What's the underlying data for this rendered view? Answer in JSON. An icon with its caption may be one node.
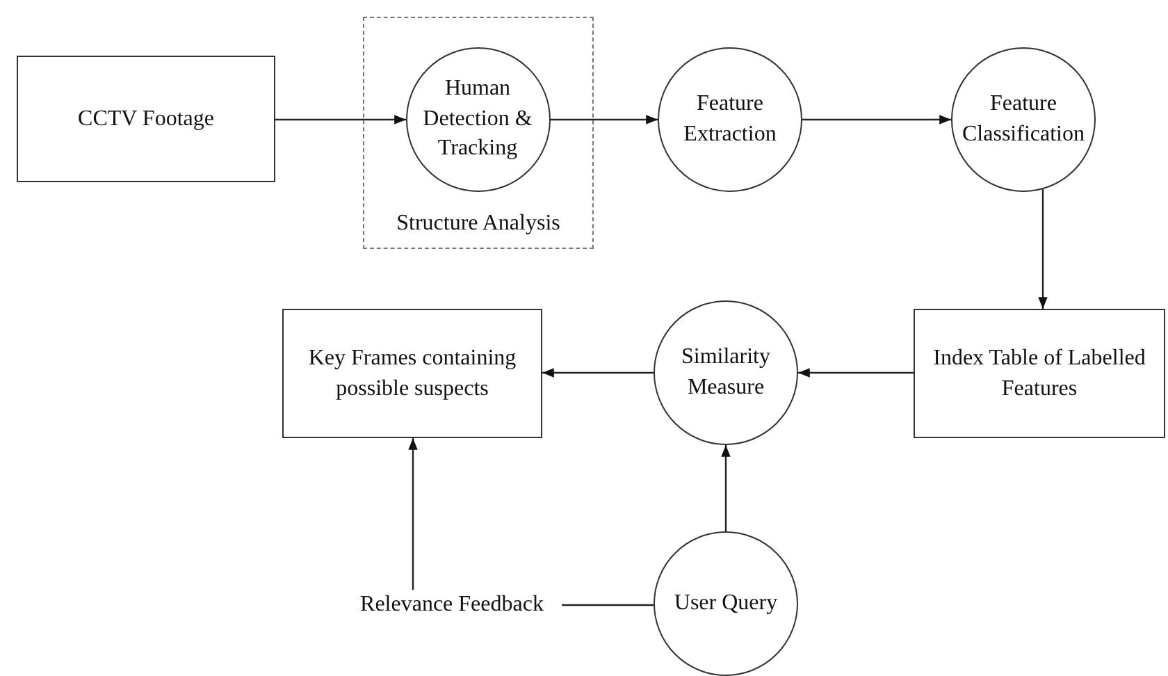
{
  "diagram": {
    "nodes": [
      {
        "text": [
          "CCTV Footage"
        ]
      },
      {
        "text": [
          "Structure Analysis"
        ]
      },
      {
        "text": [
          "Human Detection & Tracking"
        ],
        "in": 1
      },
      {
        "text": [
          "Feature Extraction"
        ]
      },
      {
        "text": [
          "Feature Classification"
        ]
      },
      {
        "text": [
          "Index Table of Labelled Features"
        ]
      },
      {
        "text": [
          "Similarity Measure"
        ]
      },
      {
        "text": [
          "Key Frames containing possible suspects"
        ]
      },
      {
        "text": [
          "Relevance Feedback"
        ]
      },
      {
        "text": [
          "User Query"
        ]
      }
    ],
    "edges": [
      {
        "from": 0,
        "to": 2,
        "arrow": "to"
      },
      {
        "from": 2,
        "to": 3,
        "arrow": "to"
      },
      {
        "from": 3,
        "to": 4,
        "arrow": "to"
      },
      {
        "from": 4,
        "to": 5,
        "arrow": "to"
      },
      {
        "from": 5,
        "to": 6,
        "arrow": "to"
      },
      {
        "from": 6,
        "to": 7,
        "arrow": "to"
      },
      {
        "from": 9,
        "to": 6,
        "arrow": "to"
      },
      {
        "from": 9,
        "to": 8,
        "arrow": "none"
      },
      {
        "from": 8,
        "to": 7,
        "arrow": "to"
      }
    ]
  }
}
